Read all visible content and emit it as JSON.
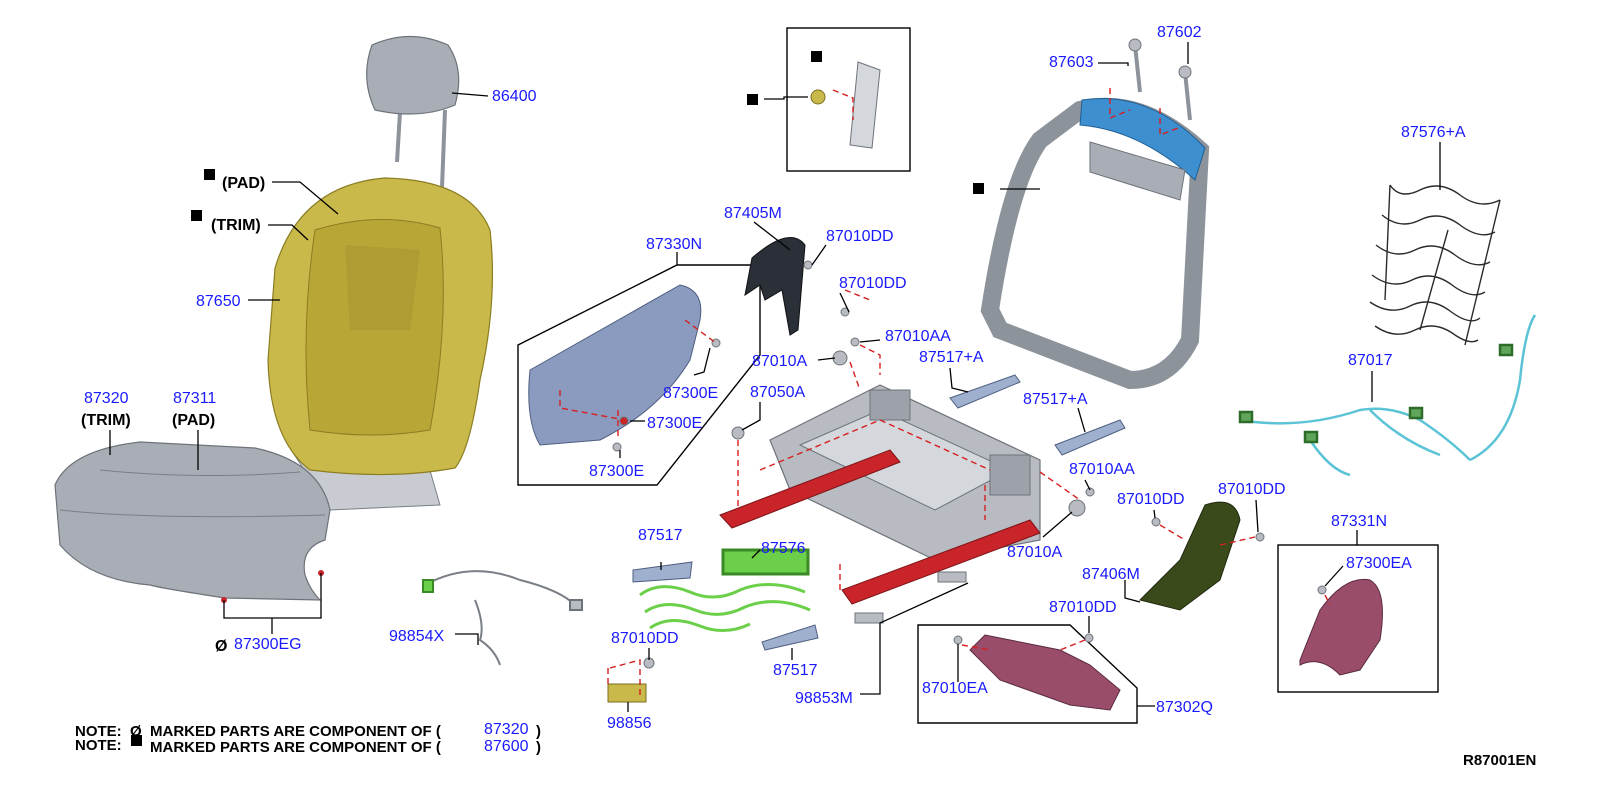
{
  "colors": {
    "label": "#1a1aff",
    "part_gray": "#a9aeb6",
    "pad_yellow": "#c9b84a",
    "frame_blue": "#3d8fd0",
    "rail_red": "#c8242a",
    "spring_green": "#6ccf4a",
    "pan_pink": "#9a4d6a",
    "bracket_olive": "#3a4a1a",
    "harness_cyan": "#5bc3d6"
  },
  "labels": {
    "p86400": "86400",
    "p87650": "87650",
    "pad_top": "(PAD)",
    "trim_top": "(TRIM)",
    "p87320": "87320",
    "trim_cushion": "(TRIM)",
    "p87311": "87311",
    "pad_cushion": "(PAD)",
    "p87300EG": "87300EG",
    "p98854X": "98854X",
    "p87330N": "87330N",
    "p87300E_1": "87300E",
    "p87300E_2": "87300E",
    "p87300E_3": "87300E",
    "p87405M": "87405M",
    "p87010DD_1": "87010DD",
    "p87010DD_2": "87010DD",
    "p87010AA_1": "87010AA",
    "p87010A_1": "87010A",
    "p87517A_1": "87517+A",
    "p87050A": "87050A",
    "p87517A_2": "87517+A",
    "p87010AA_2": "87010AA",
    "p87010A_2": "87010A",
    "p87517_1": "87517",
    "p87576": "87576",
    "p87010DD_3": "87010DD",
    "p98856": "98856",
    "p87517_2": "87517",
    "p98853M": "98853M",
    "p87010DD_4": "87010DD",
    "p87010EA": "87010EA",
    "p87302Q": "87302Q",
    "p87603": "87603",
    "p87602": "87602",
    "p87576A": "87576+A",
    "p87017": "87017",
    "p87010DD_5": "87010DD",
    "p87010DD_6": "87010DD",
    "p87406M": "87406M",
    "p87331N": "87331N",
    "p87300EA": "87300EA"
  },
  "symbols": {
    "circle_slash": "Ø"
  },
  "notes": {
    "note_label": "NOTE:",
    "line1_text": "MARKED PARTS ARE COMPONENT OF (",
    "line1_part": "87320",
    "line2_text": "MARKED PARTS ARE COMPONENT OF (",
    "line2_part": "87600",
    "close_paren": ")"
  },
  "diagram_code": "R87001EN"
}
